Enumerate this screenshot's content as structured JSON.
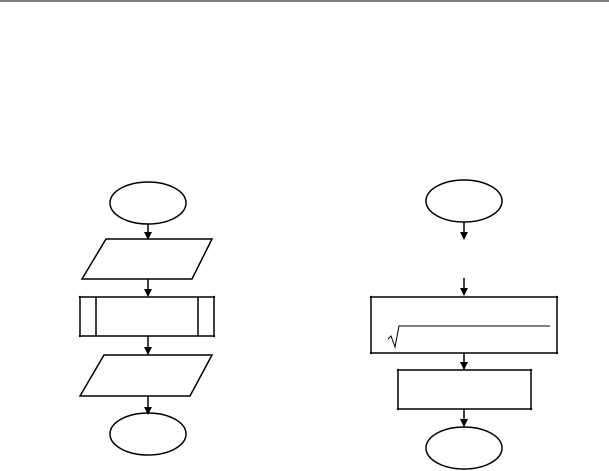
{
  "diagram": {
    "colors": {
      "stroke": "#000000",
      "background": "#ffffff"
    },
    "left_flowchart": {
      "shapes": [
        "oval",
        "parallelogram",
        "predefined-process",
        "parallelogram",
        "oval"
      ]
    },
    "right_flowchart": {
      "shapes": [
        "oval",
        "process-with-square-root",
        "process",
        "oval"
      ]
    }
  }
}
